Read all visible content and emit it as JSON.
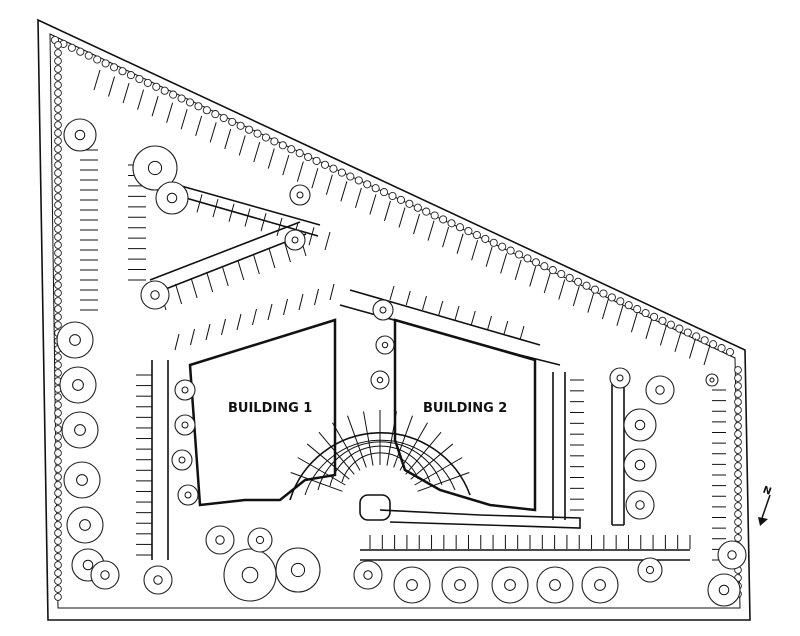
{
  "buildings": [
    {
      "label": "BUILDING 1"
    },
    {
      "label": "BUILDING 2"
    }
  ],
  "north_arrow": {
    "label": "N"
  }
}
